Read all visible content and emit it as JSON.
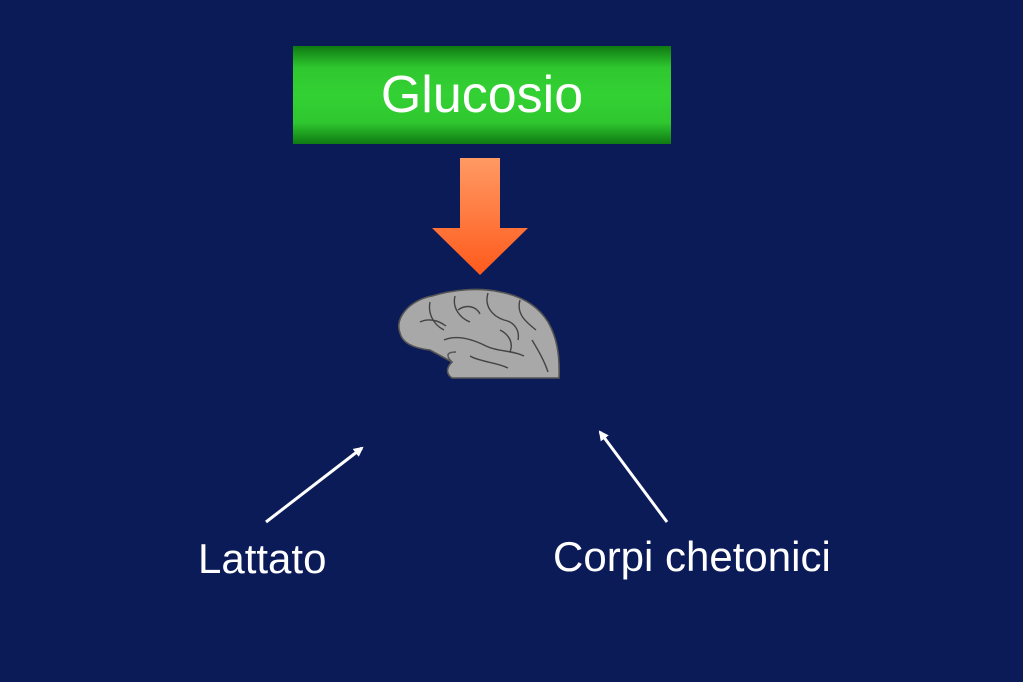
{
  "diagram": {
    "source_box": {
      "label": "Glucosio",
      "color": "#33d133"
    },
    "target": {
      "icon": "brain-icon"
    },
    "inputs": [
      {
        "label": "Lattato"
      },
      {
        "label": "Corpi chetonici"
      }
    ],
    "colors": {
      "background": "#0b1b57",
      "main_arrow": "#ff6a2a",
      "side_arrows": "#ffffff",
      "brain_fill": "#a6a6a6"
    }
  }
}
